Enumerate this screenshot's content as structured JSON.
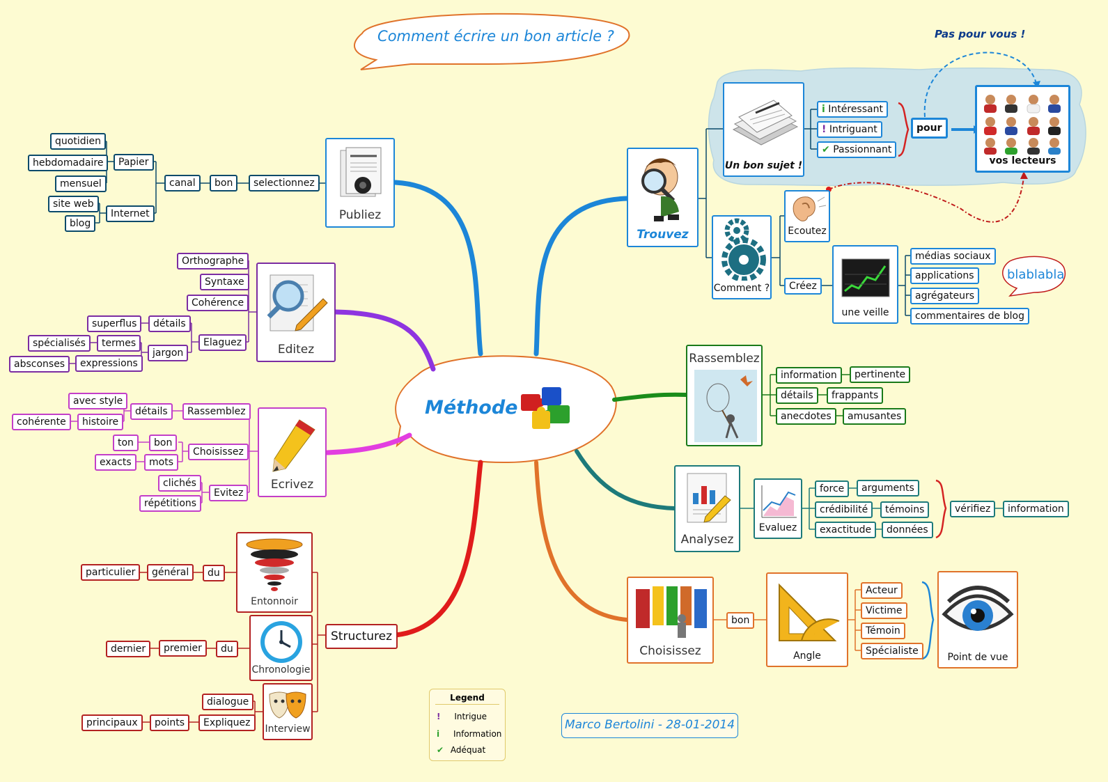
{
  "title": "Comment écrire un bon article ?",
  "center": "Méthode",
  "author": "Marco Bertolini - 28-01-2014",
  "callout": "blablabla",
  "not_for_you": "Pas pour vous !",
  "colors": {
    "background": "#fdfbd2",
    "blue": "#1c86d8",
    "purple": "#7b2ca1",
    "pink": "#c33ec8",
    "red": "#b32121",
    "green": "#1a7a1a",
    "teal": "#1d7a7a",
    "orange": "#e0722a",
    "navy": "#0b4a6a"
  },
  "branches": {
    "publiez": {
      "label": "Publiez",
      "icon": "newspaper-icon",
      "selectionnez": "selectionnez",
      "bon": "bon",
      "canal": "canal",
      "papier": "Papier",
      "internet": "Internet",
      "quotidien": "quotidien",
      "hebdomadaire": "hebdomadaire",
      "mensuel": "mensuel",
      "site_web": "site web",
      "blog": "blog"
    },
    "editez": {
      "label": "Editez",
      "icon": "magnifier-document-icon",
      "orthographe": "Orthographe",
      "syntaxe": "Syntaxe",
      "coherence": "Cohérence",
      "elaguez": "Elaguez",
      "details": "détails",
      "jargon": "jargon",
      "superflus": "superflus",
      "termes": "termes",
      "expressions": "expressions",
      "specialises": "spécialisés",
      "absconses": "absconses"
    },
    "ecrivez": {
      "label": "Ecrivez",
      "icon": "pencil-icon",
      "rassemblez": "Rassemblez",
      "choisissez": "Choisissez",
      "evitez": "Evitez",
      "details": "détails",
      "avec_style": "avec style",
      "histoire": "histoire",
      "coherente": "cohérente",
      "bon": "bon",
      "ton": "ton",
      "mots": "mots",
      "exacts": "exacts",
      "cliches": "clichés",
      "repetitions": "répétitions"
    },
    "structurez": {
      "label": "Structurez",
      "entonnoir": "Entonnoir",
      "chronologie": "Chronologie",
      "interview": "Interview",
      "du1": "du",
      "general": "général",
      "particulier": "particulier",
      "du2": "du",
      "premier": "premier",
      "dernier": "dernier",
      "dialogue": "dialogue",
      "expliquez": "Expliquez",
      "points": "points",
      "principaux": "principaux"
    },
    "trouvez": {
      "label": "Trouvez",
      "sujet": "Un bon sujet !",
      "interessant": "Intéressant",
      "intriguant": "Intriguant",
      "passionnant": "Passionnant",
      "pour": "pour",
      "lecteurs": "vos lecteurs",
      "comment": "Comment ?",
      "ecoutez": "Ecoutez",
      "creez": "Créez",
      "veille": "une veille",
      "medias": "médias sociaux",
      "applications": "applications",
      "agregateurs": "agrégateurs",
      "commentaires": "commentaires de blog"
    },
    "rassemblez": {
      "label": "Rassemblez",
      "information": "information",
      "pertinente": "pertinente",
      "details": "détails",
      "frappants": "frappants",
      "anecdotes": "anecdotes",
      "amusantes": "amusantes"
    },
    "analysez": {
      "label": "Analysez",
      "evaluez": "Evaluez",
      "force": "force",
      "arguments": "arguments",
      "credibilite": "crédibilité",
      "temoins": "témoins",
      "exactitude": "exactitude",
      "donnees": "données",
      "verifiez": "vérifiez",
      "information": "information"
    },
    "choisissez": {
      "label": "Choisissez",
      "bon": "bon",
      "angle": "Angle",
      "acteur": "Acteur",
      "victime": "Victime",
      "temoin": "Témoin",
      "specialiste": "Spécialiste",
      "point_de_vue": "Point de vue"
    }
  },
  "legend": {
    "title": "Legend",
    "intrigue": "Intrigue",
    "information": "Information",
    "adequat": "Adéquat"
  }
}
